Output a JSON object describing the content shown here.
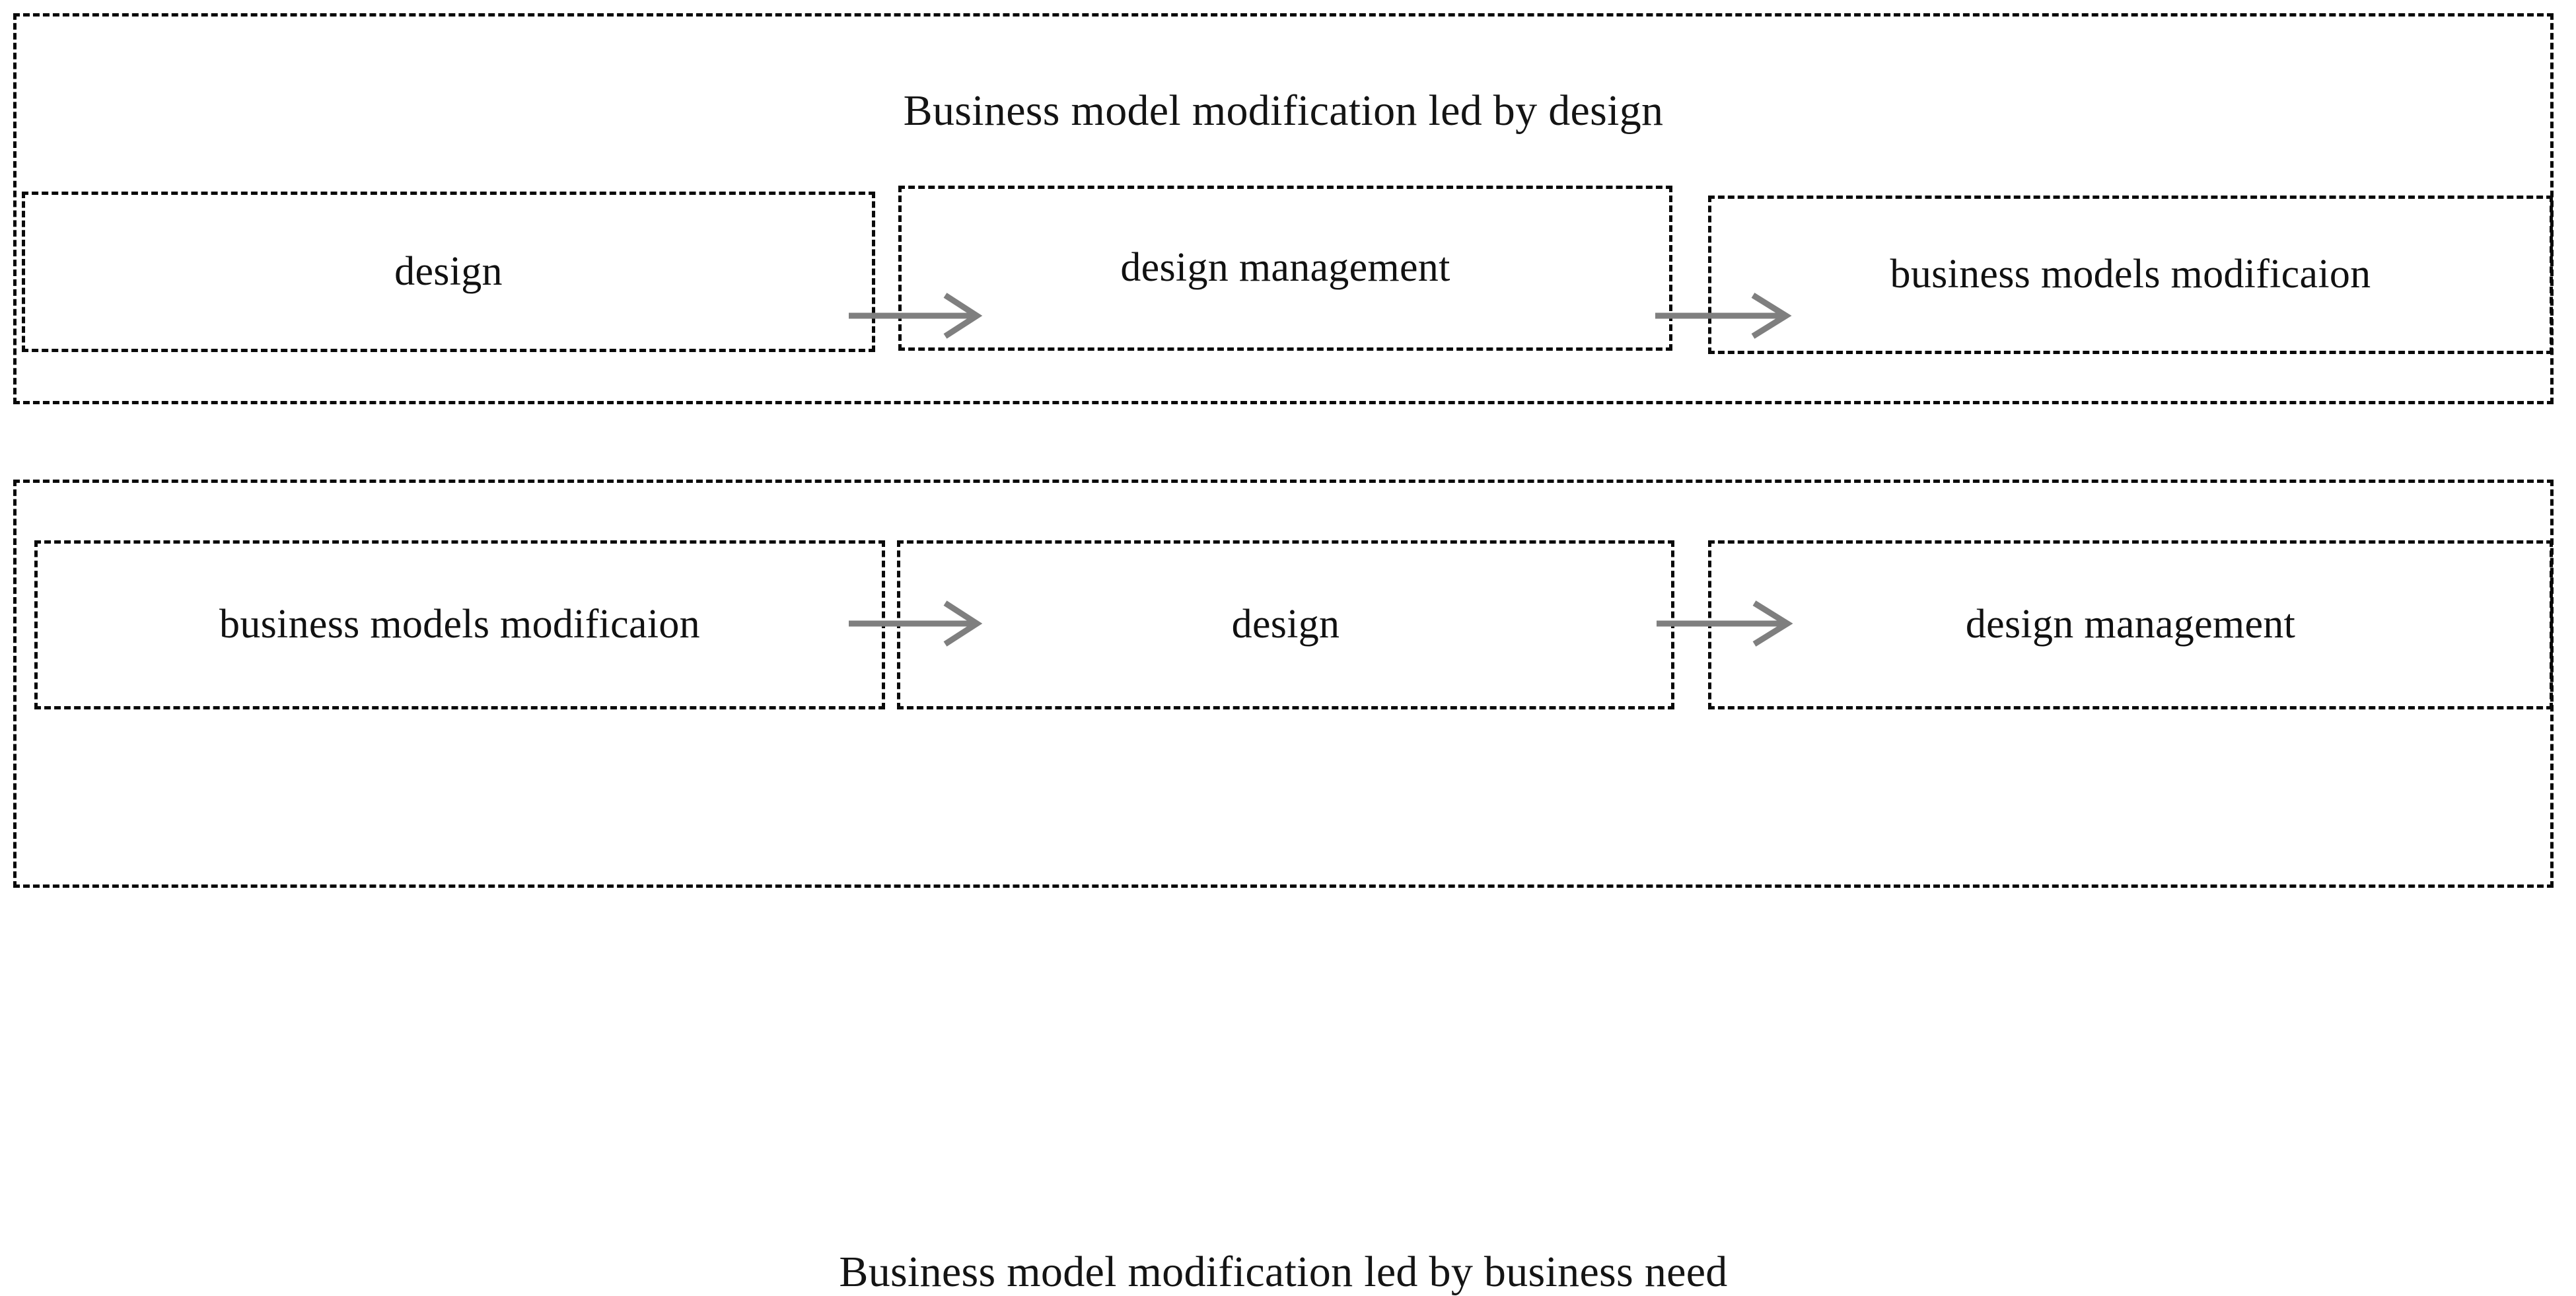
{
  "diagram": {
    "title_top": "Business model modification led by design",
    "title_bottom": "Business model modification led by business need",
    "arrow_color": "#7f7f7f",
    "border_color": "#0a0a0a",
    "background_color": "#ffffff",
    "text_color": "#111111"
  },
  "sections": [
    {
      "id": "top",
      "title": "Business model modification led by design",
      "title_position": "top",
      "stages": [
        {
          "label": "design"
        },
        {
          "label": "design management"
        },
        {
          "label": "business models modificaion"
        }
      ],
      "connectors": [
        {
          "from": "design",
          "to": "design management",
          "glyph": "arrow-right"
        },
        {
          "from": "design management",
          "to": "business models modificaion",
          "glyph": "arrow-right"
        }
      ]
    },
    {
      "id": "bottom",
      "title": "Business model modification led by business need",
      "title_position": "bottom",
      "stages": [
        {
          "label": "business models modificaion"
        },
        {
          "label": "design"
        },
        {
          "label": "design management"
        }
      ],
      "connectors": [
        {
          "from": "business models modificaion",
          "to": "design",
          "glyph": "arrow-right"
        },
        {
          "from": "design",
          "to": "design management",
          "glyph": "arrow-right"
        }
      ]
    }
  ]
}
